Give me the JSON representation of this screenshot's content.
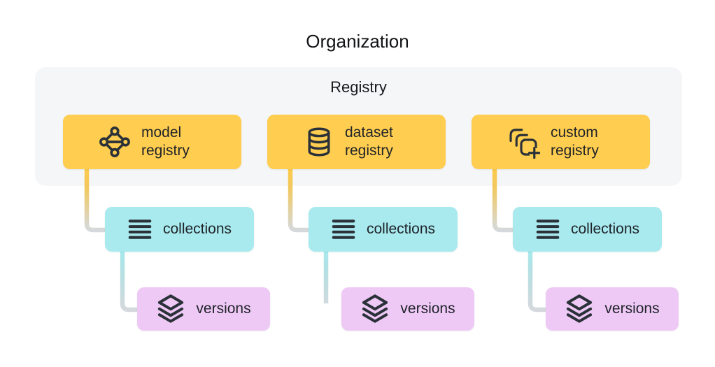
{
  "title": "Organization",
  "registry_group": {
    "label": "Registry"
  },
  "columns": [
    {
      "registry": {
        "label": "model registry",
        "icon": "model-network-icon"
      },
      "collections": {
        "label": "collections",
        "icon": "list-lines-icon"
      },
      "versions": {
        "label": "versions",
        "icon": "layers-stack-icon"
      }
    },
    {
      "registry": {
        "label": "dataset registry",
        "icon": "database-icon"
      },
      "collections": {
        "label": "collections",
        "icon": "list-lines-icon"
      },
      "versions": {
        "label": "versions",
        "icon": "layers-stack-icon"
      }
    },
    {
      "registry": {
        "label": "custom registry",
        "icon": "stacked-squares-plus-icon"
      },
      "collections": {
        "label": "collections",
        "icon": "list-lines-icon"
      },
      "versions": {
        "label": "versions",
        "icon": "layers-stack-icon"
      }
    }
  ],
  "colors": {
    "registry_box": "#ffcd4f",
    "collections_box": "#a8eaee",
    "versions_box": "#efc9f6",
    "registry_container": "#f5f6f8",
    "connector_gray": "#d5d9dd",
    "ink": "#2b3139"
  }
}
